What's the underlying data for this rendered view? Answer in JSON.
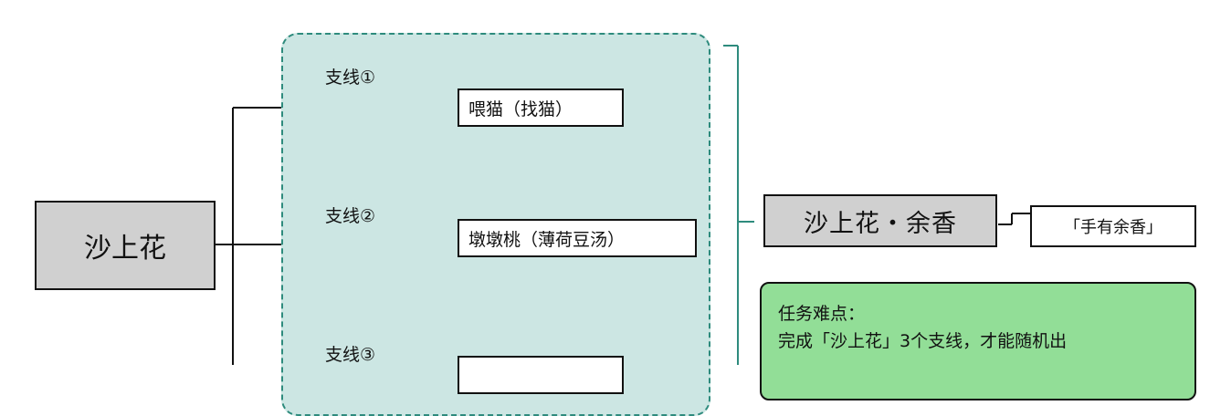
{
  "root": {
    "label": "沙上花"
  },
  "branches": [
    {
      "label": "支线①",
      "task": "喂猫（找猫）"
    },
    {
      "label": "支线②",
      "task": "墩墩桃（薄荷豆汤）"
    },
    {
      "label": "支线③",
      "task": ""
    }
  ],
  "result": {
    "label": "沙上花・余香"
  },
  "reward": {
    "label": "「手有余香」"
  },
  "note": {
    "title": "任务难点：",
    "text": "完成「沙上花」3个支线，才能随机出"
  },
  "colors": {
    "panel_fill": "#cce6e3",
    "panel_border": "#2e8b7d",
    "node_gray": "#d0d0d0",
    "note_green": "#92de97"
  }
}
